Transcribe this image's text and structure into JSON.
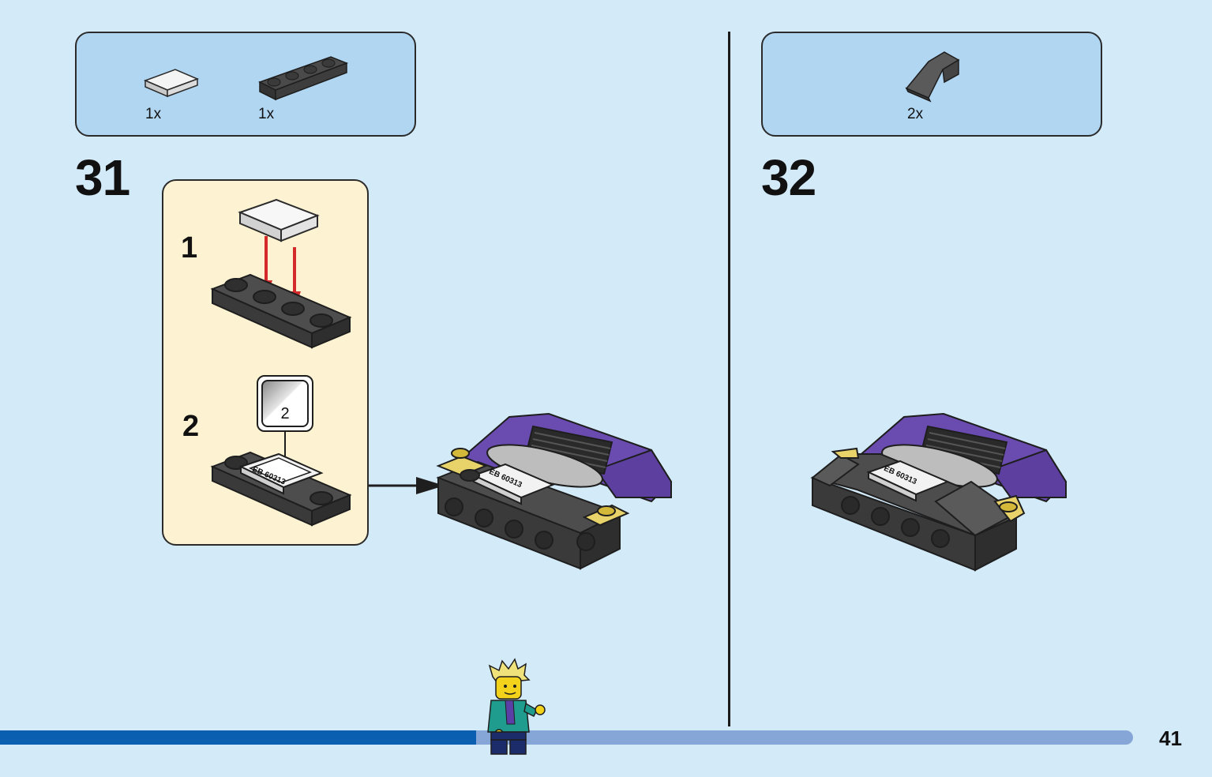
{
  "step31": {
    "number": "31",
    "parts": [
      {
        "qty": "1x",
        "icon": "white-tile-1x2-icon"
      },
      {
        "qty": "1x",
        "icon": "dark-gray-plate-1x4-icon"
      }
    ],
    "substeps": [
      {
        "number": "1"
      },
      {
        "number": "2",
        "sticker_number": "2",
        "sticker_text": "EB 60313"
      }
    ],
    "model_sticker_text": "EB 60313"
  },
  "step32": {
    "number": "32",
    "parts": [
      {
        "qty": "2x",
        "icon": "dark-gray-slope-icon"
      }
    ],
    "model_sticker_text": "EB 60313"
  },
  "progress": {
    "fraction": 0.42
  },
  "page_number": "41",
  "colors": {
    "background": "#d3eaf9",
    "parts_box": "#b1d6f2",
    "callout": "#fdf3d3",
    "progress_done": "#0a5fb0",
    "progress_remaining": "#86a6d8",
    "purple": "#6a4bb0",
    "dark_gray": "#5a5a5a",
    "black": "#2b2b2b",
    "yellow": "#e8d26a",
    "arrow_red": "#d42a2a"
  }
}
